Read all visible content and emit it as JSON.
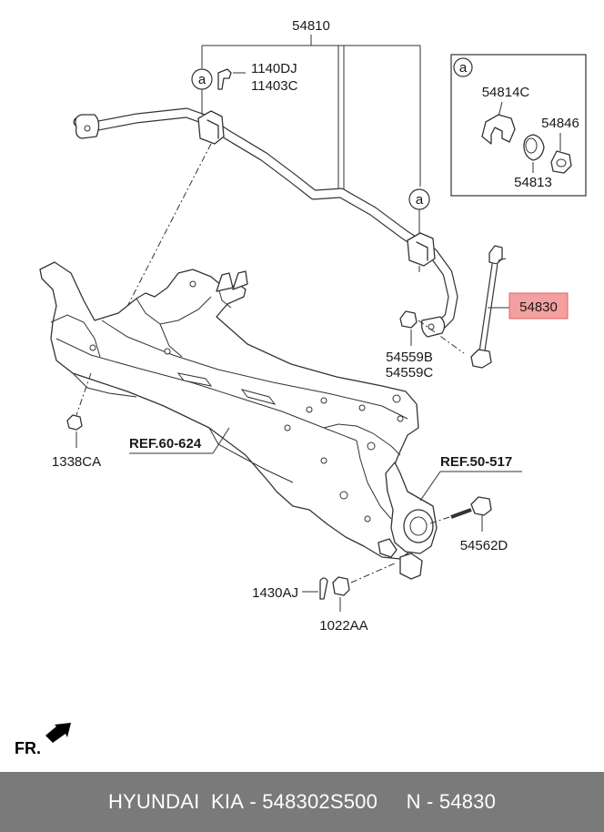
{
  "labels": {
    "stabilizer_bar": "54810",
    "bushing_bolt_1": "1140DJ",
    "bushing_bolt_2": "11403C",
    "detail_marker": "a",
    "bushing": "54814C",
    "bracket": "54846",
    "bushing_inner": "54813",
    "link": "54830",
    "nut_1": "54559B",
    "nut_2": "54559C",
    "subframe_nut": "1338CA",
    "ref_subframe": "REF.60-624",
    "ref_knuckle": "REF.50-517",
    "bolt": "54562D",
    "split_pin": "1430AJ",
    "castle_nut": "1022AA",
    "front_indicator": "FR."
  },
  "colors": {
    "highlight_fill": "#f4a0a0",
    "highlight_border": "#e06060",
    "footer_bg": "#7a7a7a"
  },
  "footer": {
    "brand_1": "HYUNDAI",
    "brand_2": "KIA",
    "separator": "-",
    "part_number": "548302S500",
    "n_label": "N",
    "n_separator": "-",
    "n_value": "54830"
  }
}
